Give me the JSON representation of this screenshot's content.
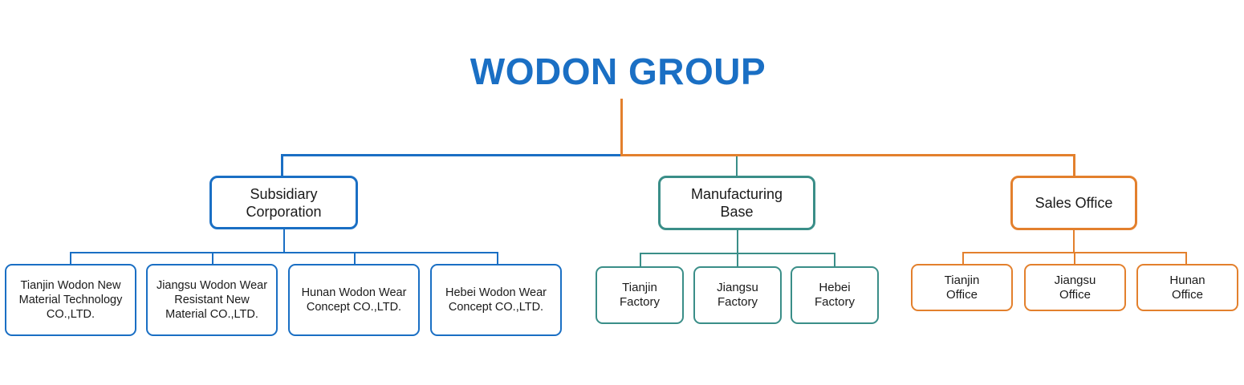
{
  "title": "WODON GROUP",
  "colors": {
    "blue": "#1a6fc4",
    "teal": "#3a8e88",
    "orange": "#e3802d"
  },
  "branches": [
    {
      "label": "Subsidiary\nCorporation",
      "children": [
        "Tianjin Wodon New\nMaterial Technology\nCO.,LTD.",
        "Jiangsu Wodon Wear\nResistant New\nMaterial CO.,LTD.",
        "Hunan Wodon Wear\nConcept CO.,LTD.",
        "Hebei Wodon Wear\nConcept CO.,LTD."
      ]
    },
    {
      "label": "Manufacturing\nBase",
      "children": [
        "Tianjin\nFactory",
        "Jiangsu\nFactory",
        "Hebei\nFactory"
      ]
    },
    {
      "label": "Sales Office",
      "children": [
        "Tianjin\nOffice",
        "Jiangsu\nOffice",
        "Hunan\nOffice"
      ]
    }
  ]
}
